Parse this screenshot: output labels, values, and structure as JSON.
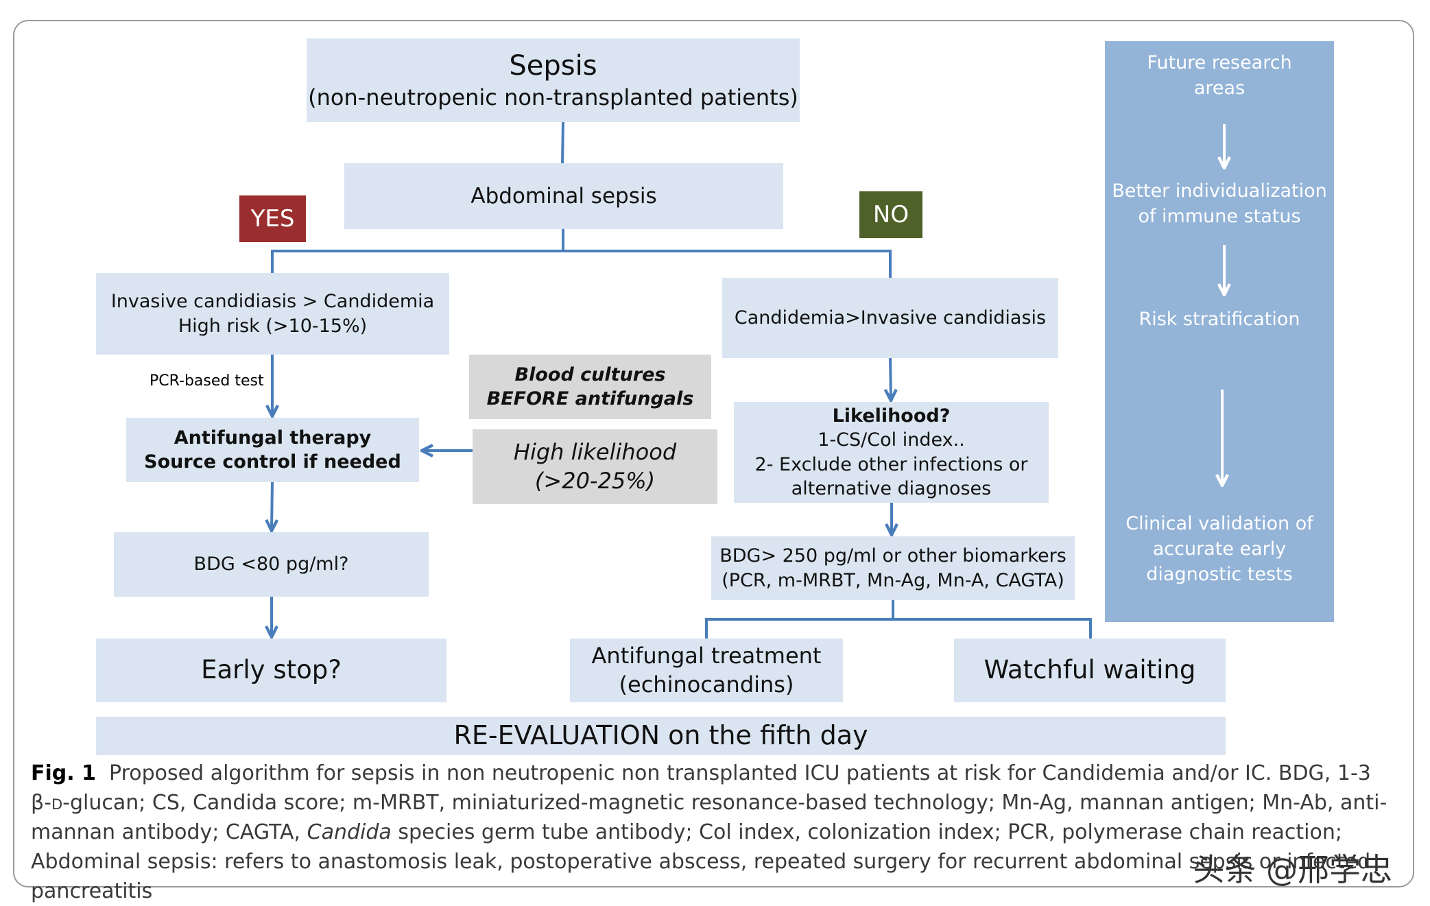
{
  "boxes": {
    "sepsis_title": "Sepsis",
    "sepsis_sub": "(non-neutropenic non-transplanted patients)",
    "abdominal": "Abdominal sepsis",
    "yes": "YES",
    "no": "NO",
    "yes_box_line1": "Invasive candidiasis > Candidemia",
    "yes_box_line2": "High risk (>10-15%)",
    "pcr_label": "PCR-based test",
    "antifungal_line1": "Antifungal therapy",
    "antifungal_line2": "Source control if needed",
    "bdg80": "BDG <80 pg/ml?",
    "early_stop": "Early stop?",
    "blood_line1": "Blood cultures",
    "blood_line2": "BEFORE antifungals",
    "high_line1": "High likelihood",
    "high_line2": "(>20-25%)",
    "no_box": "Candidemia>Invasive candidiasis",
    "likelihood_title": "Likelihood?",
    "likelihood_line1": "1-CS/Col index..",
    "likelihood_line2": "2- Exclude other infections or",
    "likelihood_line3": "alternative diagnoses",
    "bdg250_line1": "BDG> 250 pg/ml or other biomarkers",
    "bdg250_line2": "(PCR, m-MRBT, Mn-Ag, Mn-A, CAGTA)",
    "treatment_line1": "Antifungal treatment",
    "treatment_line2": "(echinocandins)",
    "watchful": "Watchful waiting",
    "reevaluation": "RE-EVALUATION on the fifth day"
  },
  "sidebar": {
    "title_line1": "Future research",
    "title_line2": "areas",
    "item1_line1": "Better individualization",
    "item1_line2": "of immune status",
    "item2": "Risk stratification",
    "item3_line1": "Clinical validation of",
    "item3_line2": "accurate early",
    "item3_line3": "diagnostic tests"
  },
  "caption": {
    "label": "Fig. 1",
    "text_part1": "Proposed algorithm for sepsis in non neutropenic non transplanted ICU patients at risk for Candidemia and/or IC. BDG, 1-3 β-",
    "text_d": "d",
    "text_part2": "-glucan; CS, Candida score; m-MRBT, miniaturized-magnetic resonance-based technology; Mn-Ag, mannan antigen; Mn-Ab, anti-mannan antibody; CAGTA, ",
    "text_italic": "Candida",
    "text_part3": " species germ tube antibody; Col index, colonization index; PCR, polymerase chain reaction; Abdominal sepsis: refers to anastomosis leak, postoperative abscess, repeated surgery for recurrent abdominal sepsis or infected pancreatitis"
  },
  "watermark": "头条 @邢学忠",
  "colors": {
    "box_fill": "#dae5f1",
    "gray_fill": "#d8d8d8",
    "yes_fill": "#9a2e2e",
    "no_fill": "#4e6128",
    "sidebar_fill": "#93b3d7",
    "connector": "#4a7ebb"
  }
}
